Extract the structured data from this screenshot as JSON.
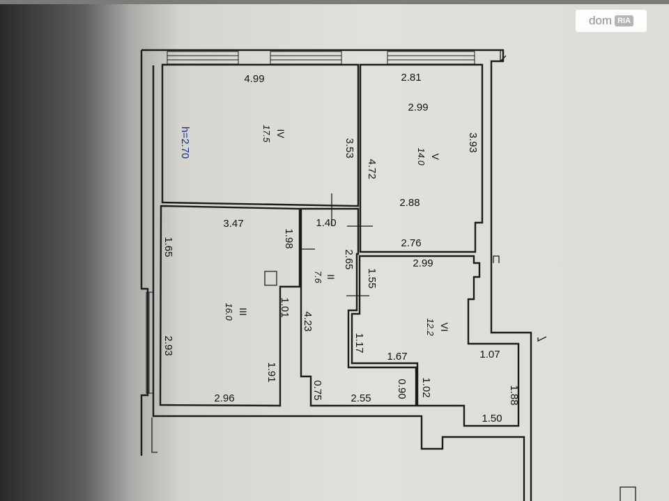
{
  "watermark": {
    "brand": "dom",
    "brand_badge": "RIA"
  },
  "plan": {
    "ceiling_height": "h=2.70",
    "rooms": [
      {
        "id": "IV",
        "number": "IV",
        "area": "17.5"
      },
      {
        "id": "V",
        "number": "V",
        "area": "14.0"
      },
      {
        "id": "III",
        "number": "III",
        "area": "16.0"
      },
      {
        "id": "II",
        "number": "II",
        "area": "7.6"
      },
      {
        "id": "VI",
        "number": "VI",
        "area": "12.2"
      }
    ],
    "dimensions": {
      "d_4_99": "4.99",
      "d_3_53": "3.53",
      "d_2_81": "2.81",
      "d_2_99_top": "2.99",
      "d_3_93": "3.93",
      "d_4_72": "4.72",
      "d_2_88": "2.88",
      "d_2_76": "2.76",
      "d_3_47": "3.47",
      "d_1_98": "1.98",
      "d_1_65": "1.65",
      "d_1_01": "1.01",
      "d_2_93": "2.93",
      "d_1_91": "1.91",
      "d_2_96": "2.96",
      "d_1_40": "1.40",
      "d_2_65": "2.65",
      "d_4_23": "4.23",
      "d_0_75": "0.75",
      "d_2_55": "2.55",
      "d_0_90": "0.90",
      "d_2_99_mid": "2.99",
      "d_1_55": "1.55",
      "d_1_17": "1.17",
      "d_1_67": "1.67",
      "d_1_02": "1.02",
      "d_1_07": "1.07",
      "d_1_88": "1.88",
      "d_1_50": "1.50"
    }
  }
}
